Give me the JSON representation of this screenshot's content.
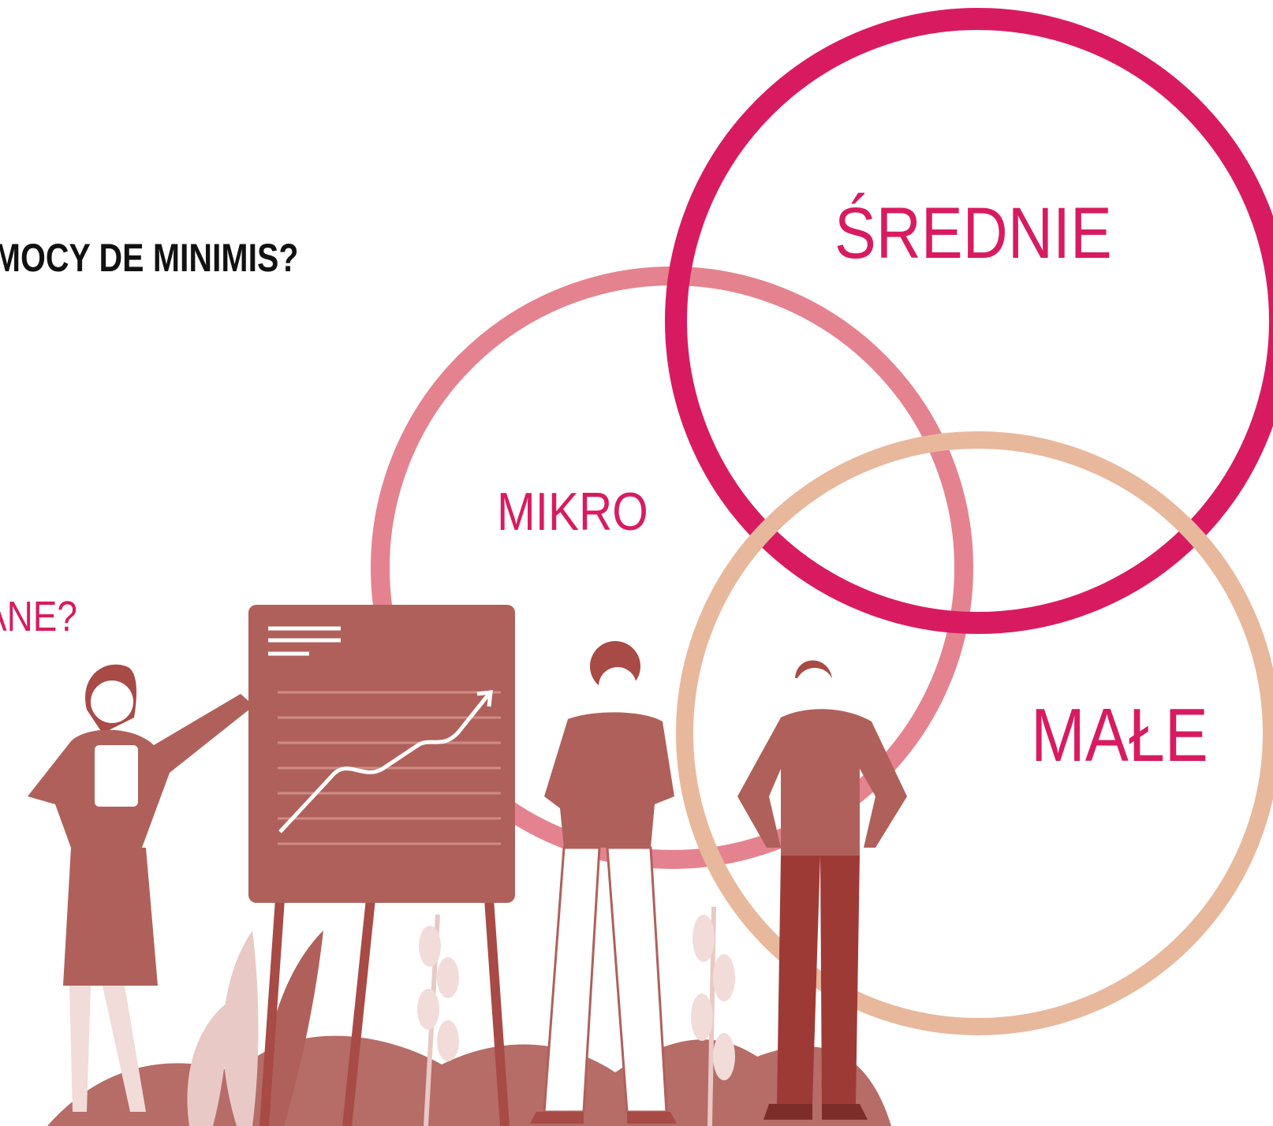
{
  "heading": "OMOCY DE MINIMIS?",
  "question": "ANE?",
  "circles": {
    "srednie": {
      "label": "ŚREDNIE",
      "color": "#d81b60"
    },
    "mikro": {
      "label": "MIKRO",
      "color": "#e4838f"
    },
    "male": {
      "label": "MAŁE",
      "color": "#e8b89d"
    }
  },
  "label_color": "#d81b60",
  "illustration_color": "#b0605a",
  "icons": {
    "presenter_woman": "woman-presenting-icon",
    "flipchart": "flipchart-growth-icon",
    "man_curly": "man-arms-crossed-icon",
    "man_standing": "man-hands-on-hips-icon",
    "plants": "plants-icon"
  }
}
